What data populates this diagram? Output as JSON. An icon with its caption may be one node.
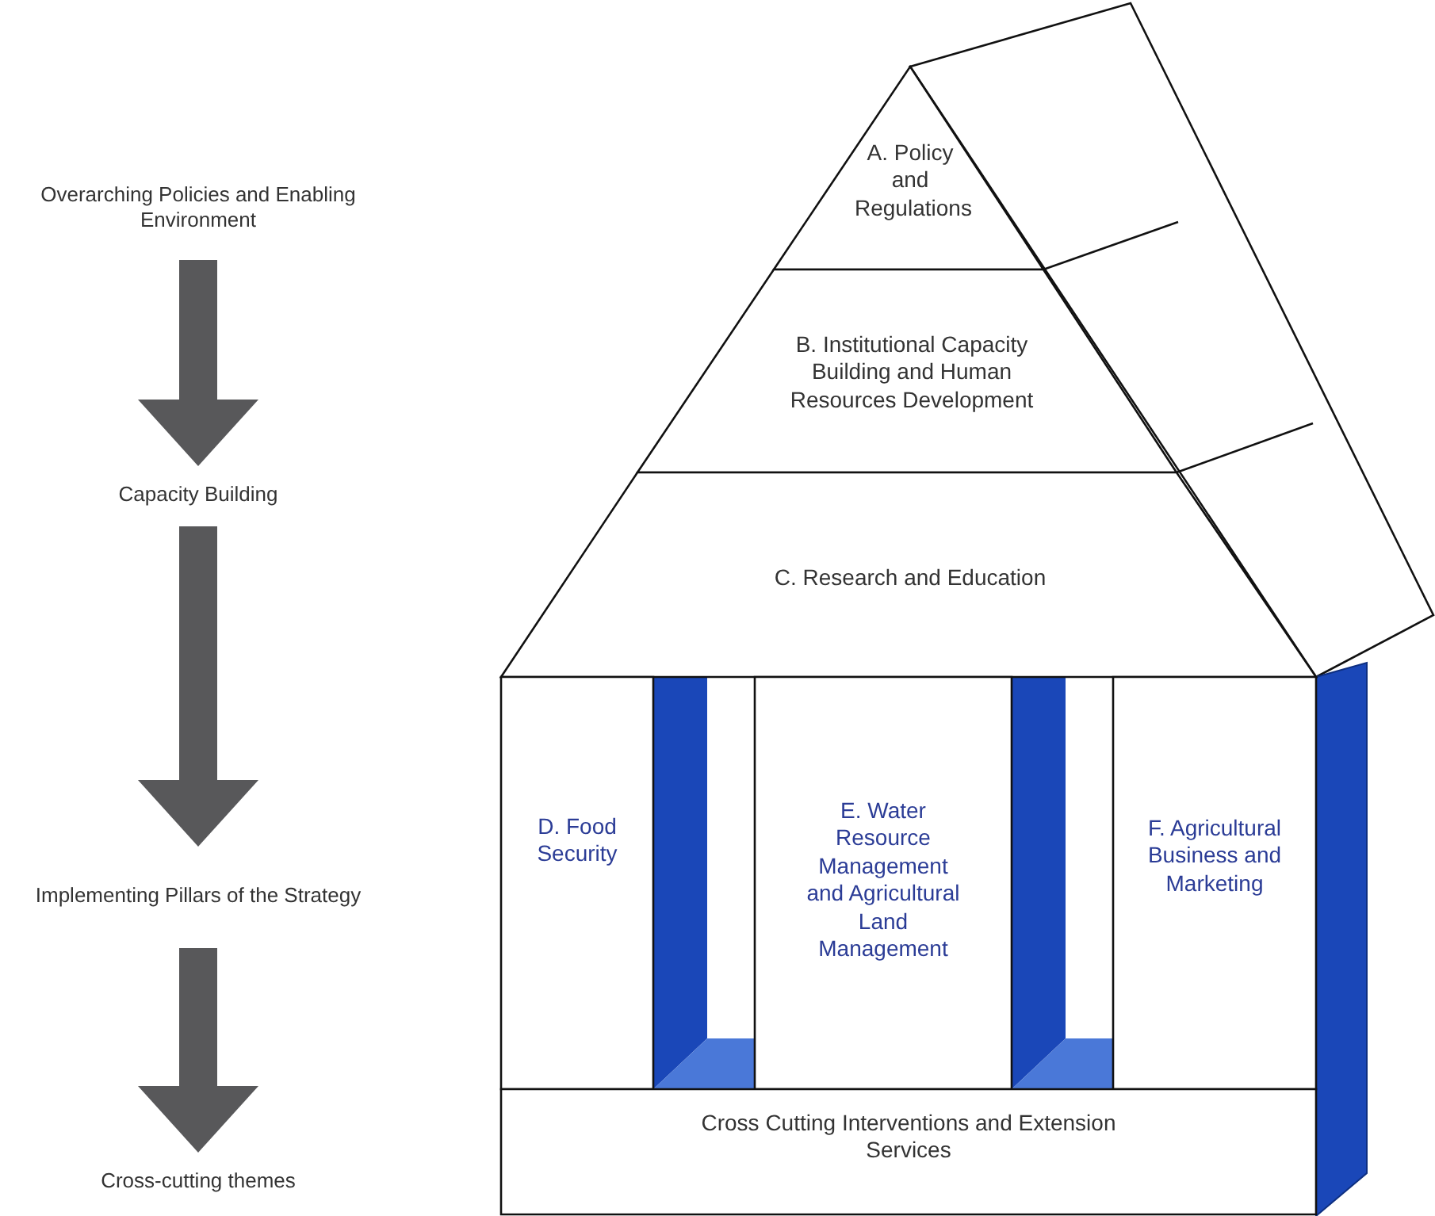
{
  "diagram": {
    "nodes": [
      {
        "text": [
          "Overarching Policies and Enabling Environment"
        ]
      },
      {
        "text": [
          "Capacity Building"
        ]
      },
      {
        "text": [
          "Implementing Pillars of the Strategy"
        ]
      },
      {
        "text": [
          "Cross-cutting themes"
        ]
      },
      {
        "text": [
          "A. Policy and Regulations"
        ]
      },
      {
        "text": [
          "B. Institutional Capacity Building and Human Resources Development"
        ]
      },
      {
        "text": [
          "C. Research and Education"
        ]
      },
      {
        "text": [
          "D. Food Security"
        ]
      },
      {
        "text": [
          "E. Water Resource Management and Agricultural Land Management"
        ]
      },
      {
        "text": [
          "F. Agricultural Business and Marketing"
        ]
      },
      {
        "text": [
          "Cross Cutting Interventions and Extension Services"
        ]
      }
    ],
    "edges": [
      {
        "from": 0,
        "to": 1,
        "arrow": "to"
      },
      {
        "from": 1,
        "to": 2,
        "arrow": "to"
      },
      {
        "from": 2,
        "to": 3,
        "arrow": "to"
      }
    ]
  }
}
